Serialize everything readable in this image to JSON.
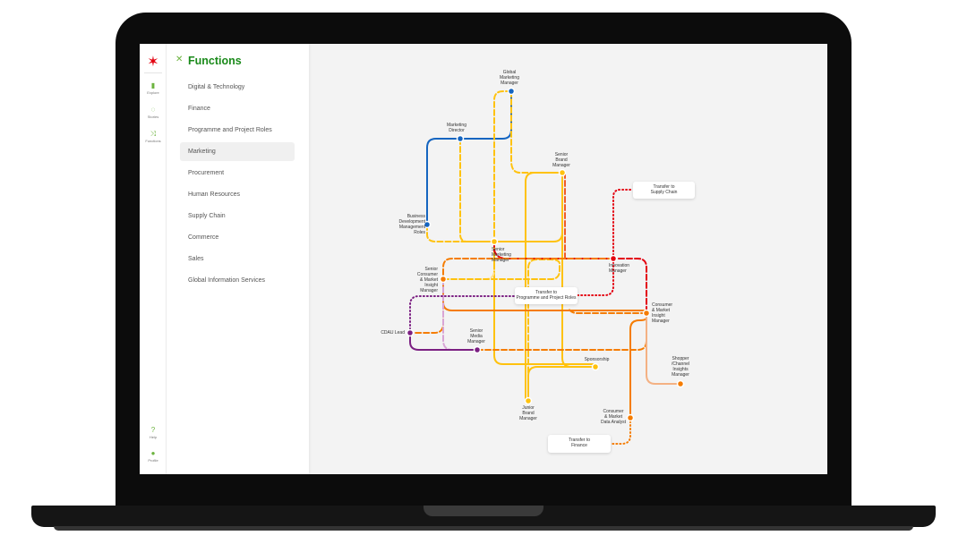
{
  "rail": {
    "explore": "Explore",
    "stories": "Stories",
    "functions": "Functions",
    "help": "Help",
    "profile": "Profile"
  },
  "panel": {
    "title": "Functions",
    "items": [
      "Digital & Technology",
      "Finance",
      "Programme and Project Roles",
      "Marketing",
      "Procurement",
      "Human Resources",
      "Supply Chain",
      "Commerce",
      "Sales",
      "Global Information Services"
    ],
    "selected": "Marketing"
  },
  "map": {
    "stations": {
      "gmm": "Global\nMarketing\nManager",
      "md": "Marketing\nDirector",
      "bdm": "Business\nDevelopment\nManagement\nRoles",
      "sbm": "Senior\nBrand\nManager",
      "smm": "Senior\nMarketing\nManager",
      "im": "Innovation\nManager",
      "scmim": "Senior\nConsumer\n& Market\nInsight\nManager",
      "cmim": "Consumer\n& Market\nInsight\nManager",
      "cdau": "CDAU Lead",
      "smedia": "Senior\nMedia\nManager",
      "spons": "Sponsorship",
      "shopper": "Shopper\n/Channel\nInsights\nManager",
      "jbm": "Junior\nBrand\nManager",
      "cmda": "Consumer\n& Market\nData Analyst"
    },
    "transfers": {
      "supply": "Transfer to\nSupply Chain",
      "programme": "Transfer to\nProgramme and Project Roles",
      "finance": "Transfer to\nFinance"
    }
  },
  "colors": {
    "blue": "#1565c0",
    "yellow": "#ffc20e",
    "orange": "#f57c00",
    "red": "#e3000f",
    "purple": "#7b1f82",
    "peach": "#f4b183",
    "accent": "#6cb33f"
  }
}
